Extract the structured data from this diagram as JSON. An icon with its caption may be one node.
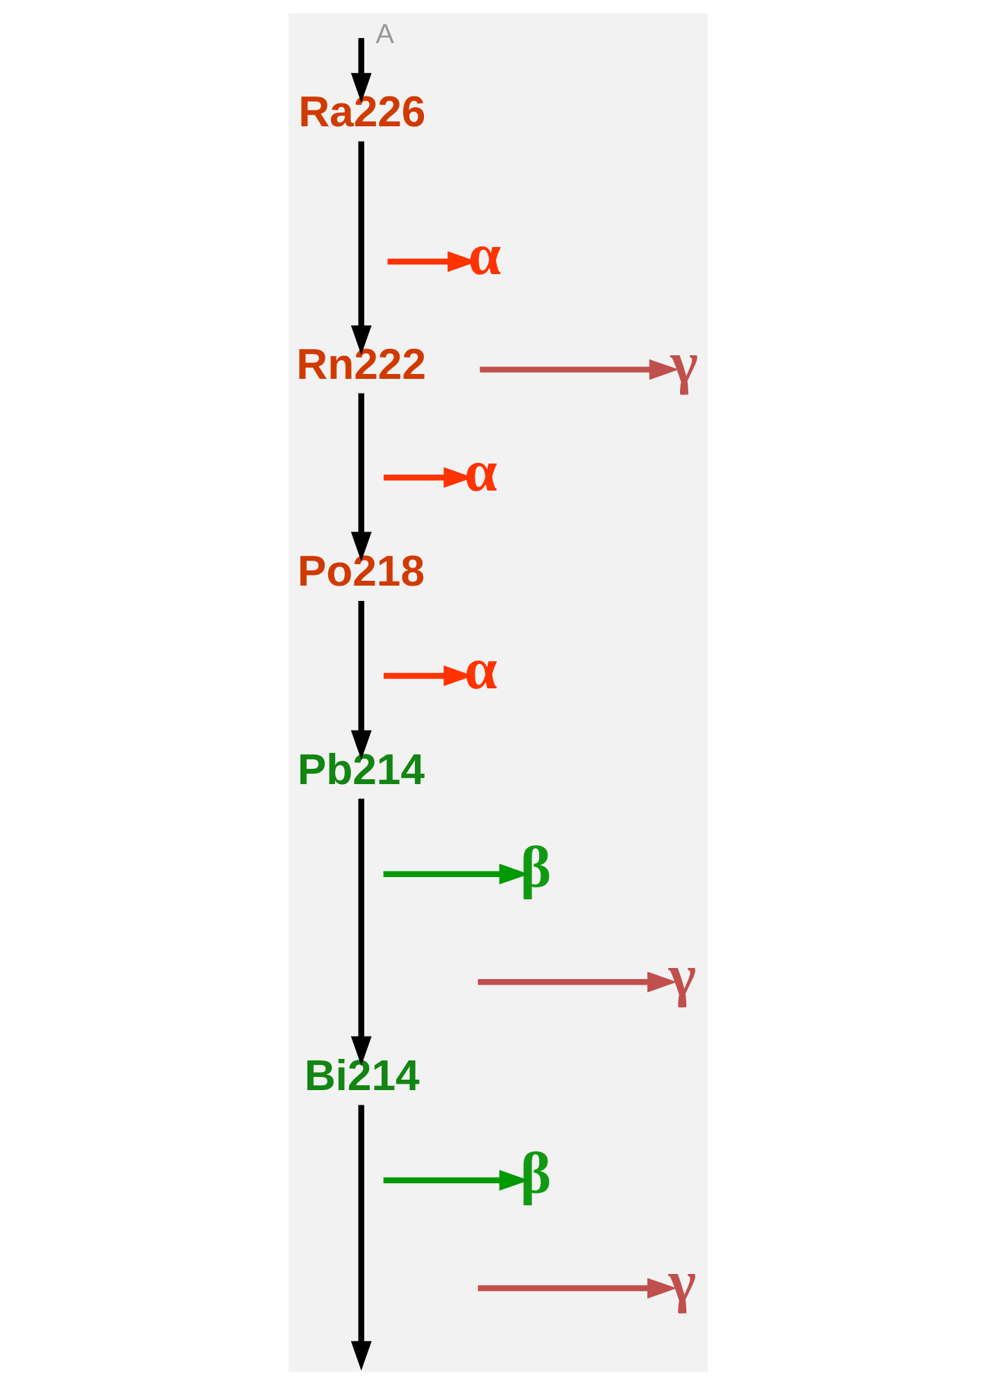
{
  "diagram": {
    "nodes": [
      {
        "text": [
          "Ra226"
        ]
      },
      {
        "text": [
          "Rn222"
        ]
      },
      {
        "text": [
          "Po218"
        ]
      },
      {
        "text": [
          "Pb214"
        ]
      },
      {
        "text": [
          "Bi214"
        ]
      },
      {
        "text": [
          "α"
        ]
      },
      {
        "text": [
          "γ"
        ]
      },
      {
        "text": [
          "α"
        ]
      },
      {
        "text": [
          "α"
        ]
      },
      {
        "text": [
          "β"
        ]
      },
      {
        "text": [
          "γ"
        ]
      },
      {
        "text": [
          "β"
        ]
      },
      {
        "text": [
          "γ"
        ]
      }
    ],
    "edges": [
      {
        "from": null,
        "to": 0,
        "arrow": "to"
      },
      {
        "from": 0,
        "to": 1,
        "arrow": "to"
      },
      {
        "from": null,
        "to": 5,
        "arrow": "to",
        "color": "#ff3300"
      },
      {
        "from": null,
        "to": 6,
        "arrow": "to",
        "color": "#c0504d"
      },
      {
        "from": 1,
        "to": 2,
        "arrow": "to"
      },
      {
        "from": null,
        "to": 7,
        "arrow": "to",
        "color": "#ff3300"
      },
      {
        "from": 2,
        "to": 3,
        "arrow": "to"
      },
      {
        "from": null,
        "to": 8,
        "arrow": "to",
        "color": "#ff3300"
      },
      {
        "from": 3,
        "to": 4,
        "arrow": "to"
      },
      {
        "from": null,
        "to": 9,
        "arrow": "to",
        "color": "#009900"
      },
      {
        "from": null,
        "to": 10,
        "arrow": "to",
        "color": "#c0504d"
      },
      {
        "from": 4,
        "to": null,
        "arrow": "to"
      },
      {
        "from": null,
        "to": 11,
        "arrow": "to",
        "color": "#009900"
      },
      {
        "from": null,
        "to": 12,
        "arrow": "to",
        "color": "#c0504d"
      }
    ],
    "labels": [
      "A"
    ]
  }
}
